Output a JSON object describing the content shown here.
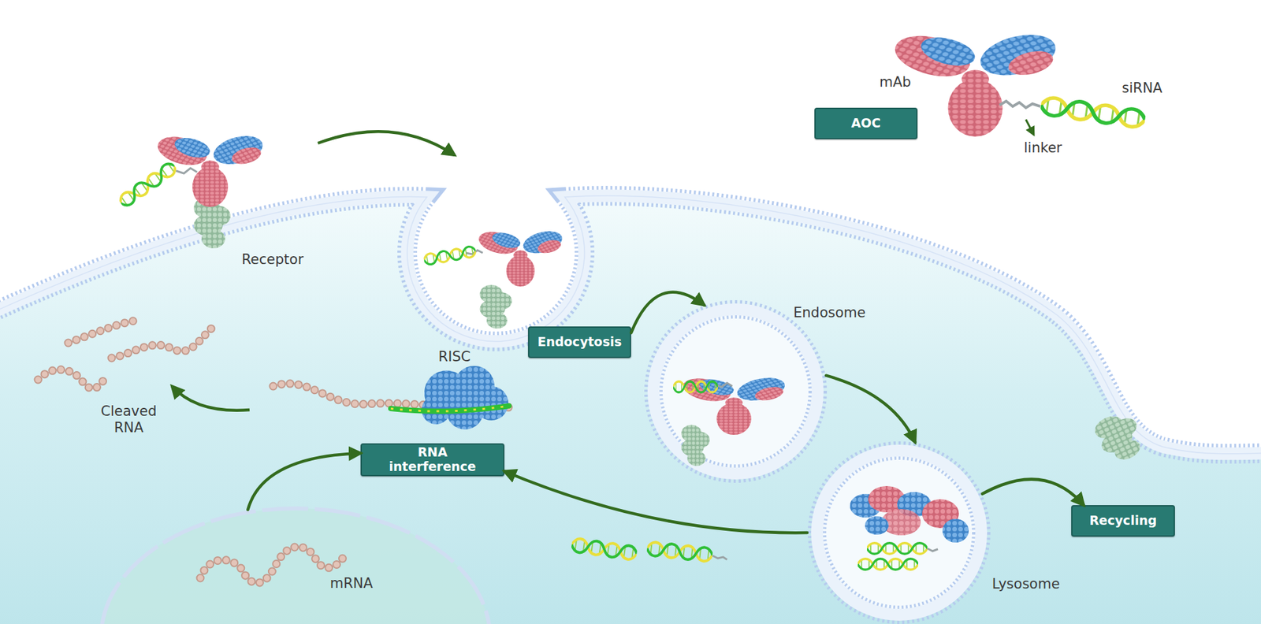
{
  "diagram": {
    "nodes": [
      {
        "text": [
          "AOC"
        ]
      },
      {
        "text": [
          "Endocytosis"
        ]
      },
      {
        "text": [
          "Endosome"
        ]
      },
      {
        "text": [
          "Lysosome"
        ]
      },
      {
        "text": [
          "Recycling"
        ]
      },
      {
        "text": [
          "RNA interference"
        ]
      },
      {
        "text": [
          "mRNA"
        ]
      }
    ],
    "edges": [
      {
        "from": 1,
        "to": 2,
        "arrow": "to"
      },
      {
        "from": 2,
        "to": 3,
        "arrow": "to"
      },
      {
        "from": 3,
        "to": 4,
        "arrow": "to"
      },
      {
        "from": 3,
        "to": 5,
        "arrow": "to"
      },
      {
        "from": 6,
        "to": 5,
        "arrow": "to"
      }
    ],
    "labels": [
      "mAb",
      "siRNA",
      "linker",
      "Receptor",
      "RISC",
      "Cleaved RNA"
    ]
  }
}
